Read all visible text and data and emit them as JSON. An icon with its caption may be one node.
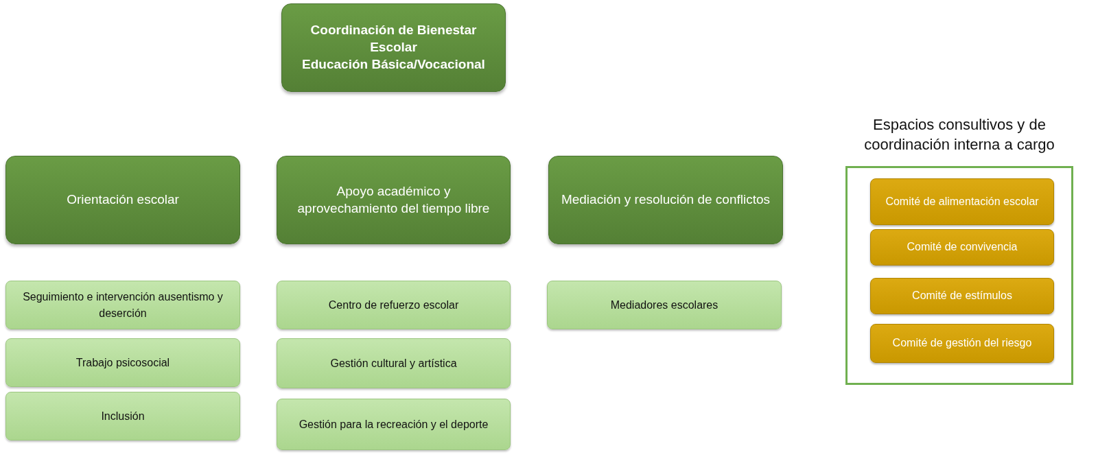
{
  "diagram": {
    "nodes": [
      {
        "text": [
          "Coordinación de Bienestar Escolar",
          "Educación Básica/Vocacional"
        ]
      },
      {
        "text": [
          "Orientación escolar"
        ]
      },
      {
        "text": [
          "Apoyo académico y aprovechamiento del tiempo libre"
        ]
      },
      {
        "text": [
          "Mediación y resolución de conflictos"
        ]
      },
      {
        "text": [
          "Seguimiento e intervención ausentismo y deserción"
        ]
      },
      {
        "text": [
          "Trabajo psicosocial"
        ]
      },
      {
        "text": [
          "Inclusión"
        ]
      },
      {
        "text": [
          "Centro de refuerzo escolar"
        ]
      },
      {
        "text": [
          "Gestión cultural y artística"
        ]
      },
      {
        "text": [
          "Gestión para la recreación y el deporte"
        ]
      },
      {
        "text": [
          "Mediadores escolares"
        ]
      },
      {
        "text": [
          "Espacios consultivos y de coordinación interna a cargo"
        ]
      },
      {
        "text": [
          "Comité de alimentación escolar"
        ],
        "in": 11
      },
      {
        "text": [
          "Comité de convivencia"
        ],
        "in": 11
      },
      {
        "text": [
          "Comité de estímulos"
        ],
        "in": 11
      },
      {
        "text": [
          "Comité de gestión del riesgo"
        ],
        "in": 11
      }
    ]
  }
}
